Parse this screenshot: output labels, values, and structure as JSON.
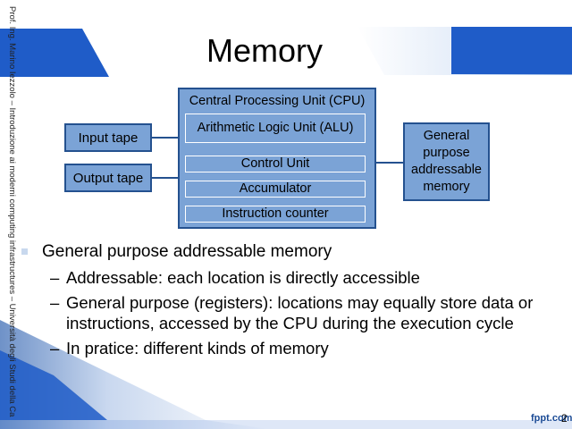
{
  "side_caption": "Prof. Ing. Marino Iezzolo – Introduzione ai moderni computing infrastructures – Università degli Studi della Campania",
  "title": "Memory",
  "diagram": {
    "input_tape": "Input tape",
    "output_tape": "Output tape",
    "cpu_label": "Central Processing Unit (CPU)",
    "alu": "Arithmetic Logic Unit (ALU)",
    "control_unit": "Control Unit",
    "accumulator": "Accumulator",
    "instruction_counter": "Instruction counter",
    "memory": "General purpose addressable memory"
  },
  "bullets": {
    "main": "General purpose addressable memory",
    "sub": [
      "Addressable: each location is directly accessible",
      "General purpose (registers): locations may equally store data or instructions, accessed by the CPU during the execution cycle",
      "In pratice: different kinds of memory"
    ],
    "dash": "–"
  },
  "footer": {
    "brand": "fppt.com",
    "page_number": "2"
  },
  "colors": {
    "box_fill": "#7ba3d6",
    "box_border": "#24518f",
    "accent_blue": "#1f5cc8"
  }
}
